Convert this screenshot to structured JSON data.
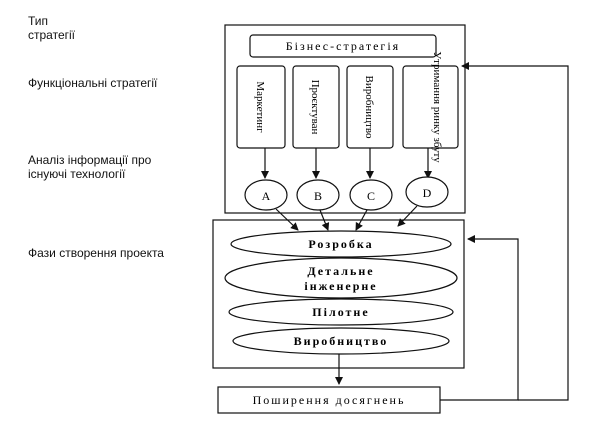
{
  "labels": {
    "strategy_type": "Тип\nстратегії",
    "functional": "Функціональні стратегії",
    "analysis": "Аналіз інформації про\nіснуючі технології",
    "phases": "Фази створення проекта"
  },
  "business_strategy": "Бізнес-стратегія",
  "functional_boxes": [
    {
      "text": "Маркетинг"
    },
    {
      "text": "Проєктуван"
    },
    {
      "text": "Виробництво"
    },
    {
      "text": "Утримання ринку збуту"
    }
  ],
  "tech_nodes": [
    "A",
    "B",
    "C",
    "D"
  ],
  "phases": {
    "p1": "Розробка",
    "p2a": "Детальне",
    "p2b": "інженерне",
    "p3": "Пілотне",
    "p4": "Виробництво"
  },
  "dissemination": "Поширення досягнень"
}
